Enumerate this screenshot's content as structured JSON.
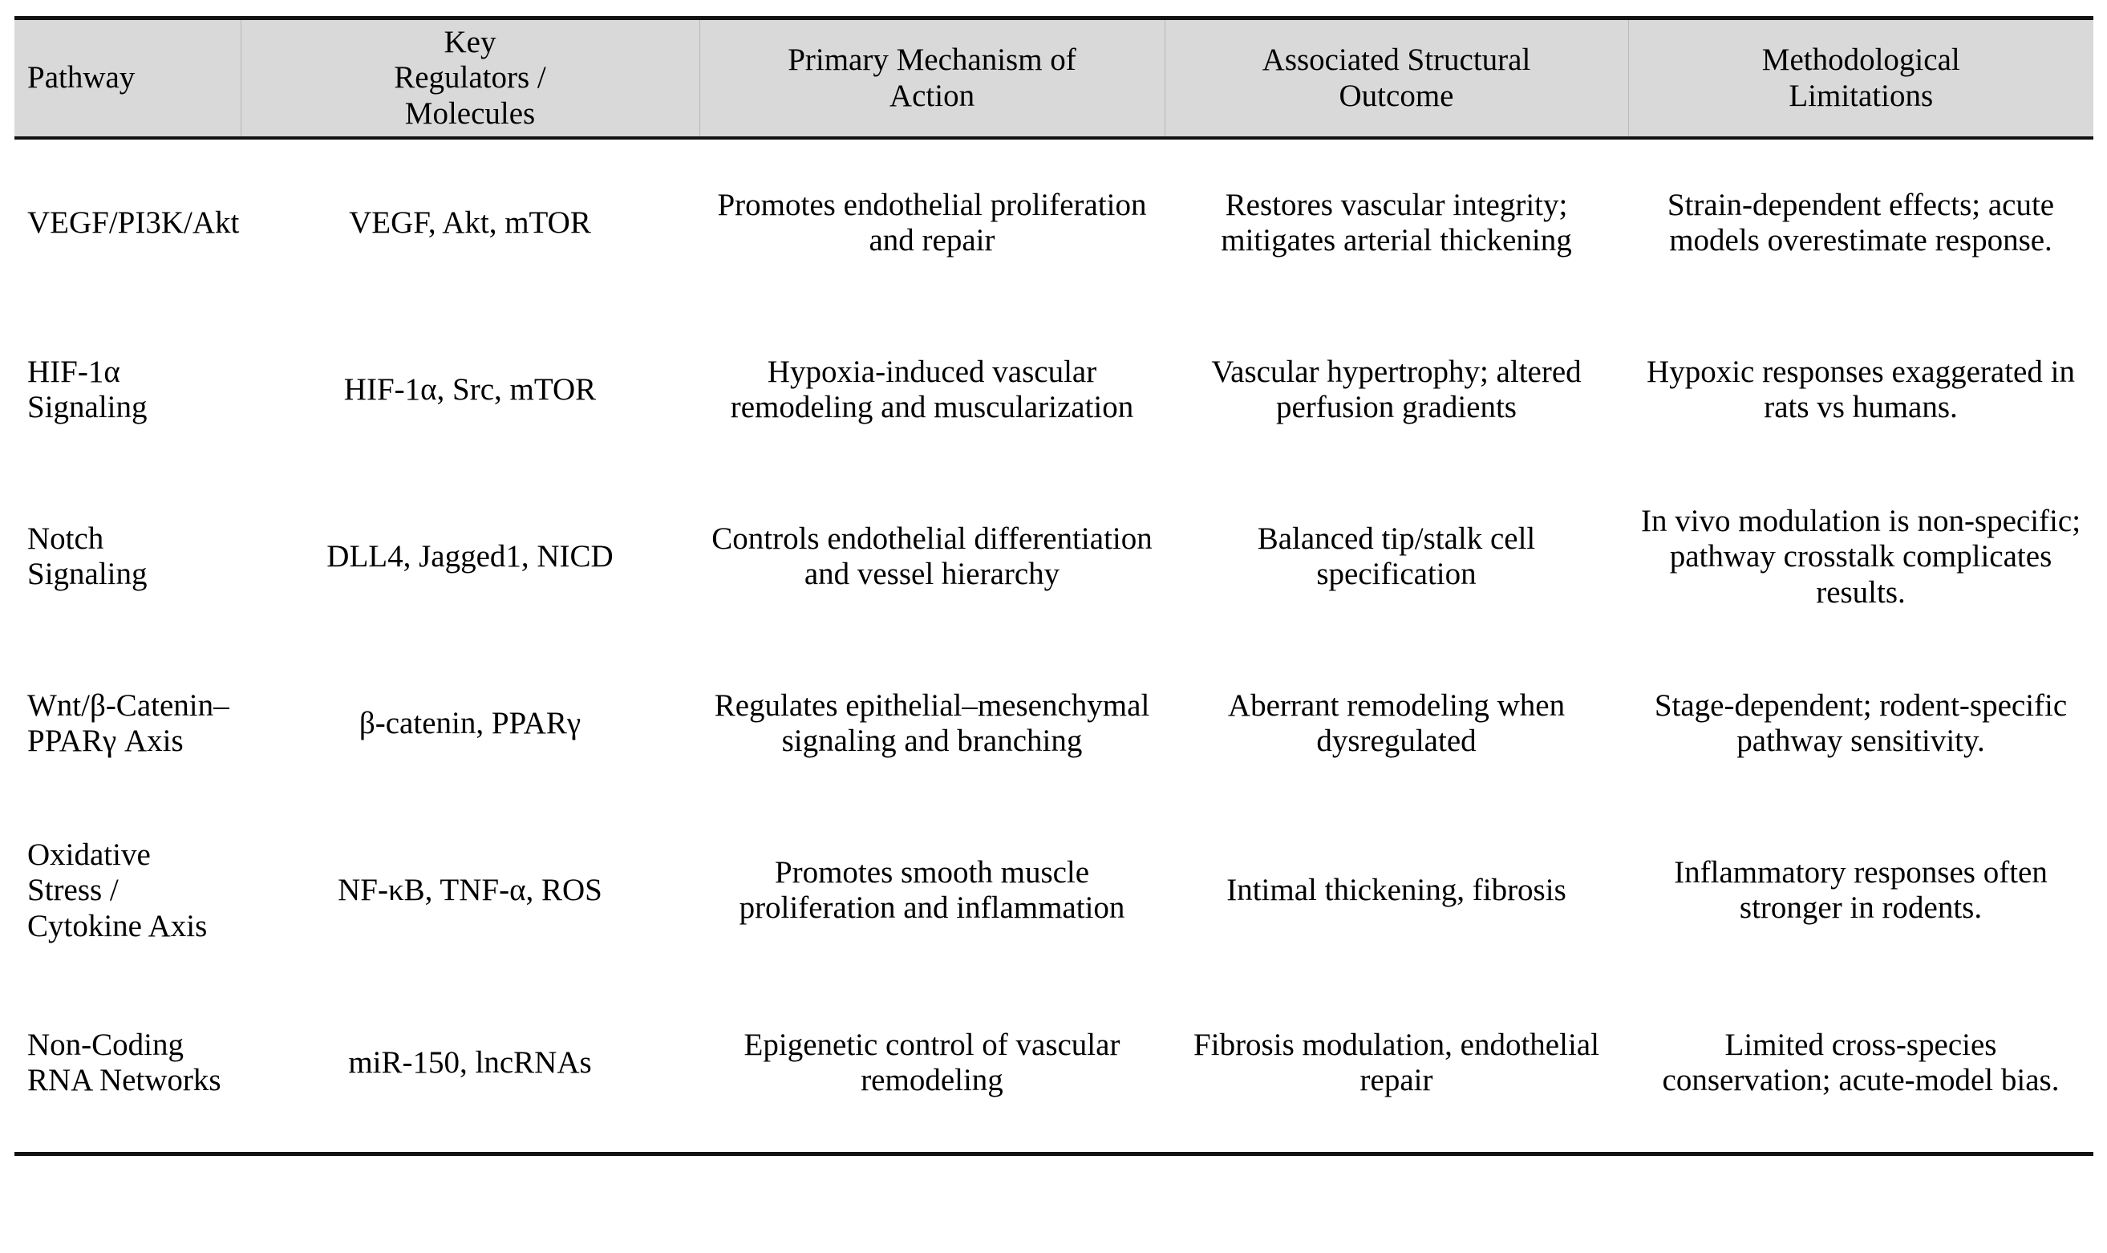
{
  "table": {
    "style": {
      "header_background": "#d9d9d9",
      "rule_color": "#121212",
      "text_color": "#000000",
      "page_background": "#ffffff"
    },
    "columns": [
      {
        "key": "pathway",
        "header": "Pathway",
        "align": "left"
      },
      {
        "key": "regulators",
        "header": "Key Regulators / Molecules",
        "align": "center"
      },
      {
        "key": "mechanism",
        "header": "Primary Mechanism of Action",
        "align": "center"
      },
      {
        "key": "outcome",
        "header": "Associated Structural Outcome",
        "align": "center"
      },
      {
        "key": "limits",
        "header": "Methodological Limitations",
        "align": "center"
      }
    ],
    "header_labels": {
      "pathway": "Pathway",
      "regulators_line1": "Key",
      "regulators_line2": "Regulators /",
      "regulators_line3": "Molecules",
      "mechanism_line1": "Primary Mechanism of",
      "mechanism_line2": "Action",
      "outcome_line1": "Associated Structural",
      "outcome_line2": "Outcome",
      "limits_line1": "Methodological",
      "limits_line2": "Limitations"
    },
    "rows": [
      {
        "pathway": "VEGF/PI3K/Akt",
        "regulators": "VEGF, Akt, mTOR",
        "mechanism": "Promotes endothelial proliferation and repair",
        "outcome": "Restores vascular integrity; mitigates arterial thickening",
        "limits": "Strain-dependent effects; acute models overestimate response."
      },
      {
        "pathway": "HIF-1α Signaling",
        "regulators": "HIF-1α, Src, mTOR",
        "mechanism": "Hypoxia-induced vascular remodeling and muscularization",
        "outcome": "Vascular hypertrophy; altered perfusion gradients",
        "limits": "Hypoxic responses exaggerated in rats vs humans."
      },
      {
        "pathway": "Notch Signaling",
        "regulators": "DLL4, Jagged1, NICD",
        "mechanism": "Controls endothelial differentiation and vessel hierarchy",
        "outcome": "Balanced tip/stalk cell specification",
        "limits": "In vivo modulation is non-specific; pathway crosstalk complicates results."
      },
      {
        "pathway": "Wnt/β-Catenin–PPARγ Axis",
        "regulators": "β-catenin, PPARγ",
        "mechanism": "Regulates epithelial–mesenchymal signaling and branching",
        "outcome": "Aberrant remodeling when dysregulated",
        "limits": "Stage-dependent; rodent-specific pathway sensitivity."
      },
      {
        "pathway": "Oxidative Stress / Cytokine Axis",
        "regulators": "NF-κB, TNF-α, ROS",
        "mechanism": "Promotes smooth muscle proliferation and inflammation",
        "outcome": "Intimal thickening, fibrosis",
        "limits": "Inflammatory responses often stronger in rodents."
      },
      {
        "pathway": "Non-Coding RNA Networks",
        "regulators": "miR-150, lncRNAs",
        "mechanism": "Epigenetic control of vascular remodeling",
        "outcome": "Fibrosis modulation, endothelial repair",
        "limits": "Limited cross-species conservation; acute-model bias."
      }
    ]
  }
}
